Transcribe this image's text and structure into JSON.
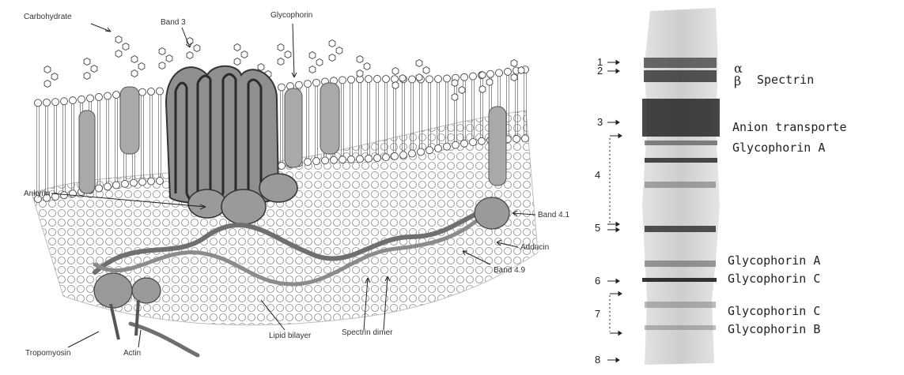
{
  "diagram": {
    "labels": {
      "carbohydrate": "Carbohydrate",
      "band3": "Band 3",
      "glycophorin": "Glycophorin",
      "ankyrin": "Ankyrin",
      "band41": "Band 4.1",
      "adducin": "Adducin",
      "band49": "Band 4.9",
      "tropomyosin": "Tropomyosin",
      "actin": "Actin",
      "lipid_bilayer": "Lipid bilayer",
      "spectrin_dimer": "Spectrin dimer"
    }
  },
  "gel": {
    "lane_numbers": [
      "1",
      "2",
      "3",
      "4",
      "5",
      "6",
      "7",
      "8"
    ],
    "protein_labels": {
      "alpha": "α",
      "beta": "β",
      "spectrin": "Spectrin",
      "anion": "Anion transporte",
      "glyA_1": "Glycophorin A",
      "glyA_2": "Glycophorin A",
      "glyC_1": "Glycophorin C",
      "glyC_2": "Glycophorin C",
      "glyB": "Glycophorin B"
    }
  }
}
